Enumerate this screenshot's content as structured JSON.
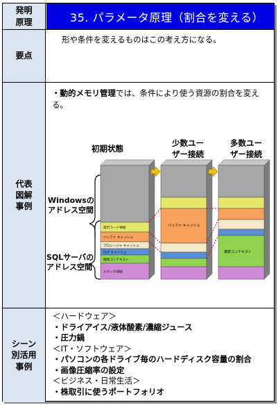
{
  "title": {
    "label": "発明\n原理",
    "text": "35. パラメータ原理（割合を変える）"
  },
  "yoten": {
    "label": "要点",
    "text": "形や条件を変えるものはこの考え方になる。"
  },
  "daihyo": {
    "label": "代表\n図解\n事例",
    "lead_bold": "・動的メモリ管理",
    "lead_rest": "では、条件により使う資源の割合を変える。",
    "figure": {
      "headers": [
        "初期状態",
        "少数ユー\nザー接続",
        "多数ユー\nザー接続"
      ],
      "windows_label": "Windowsの\nアドレス空間",
      "sql_label": "SQLサーバの\nアドレス空間",
      "segments_initial": [
        "実行コード領域",
        "バッファ キャッシュ",
        "プロシージャ キャッシュ",
        "ログ キャッシュ",
        "接続コンテキスト",
        "スタック領域"
      ],
      "buffer_label": "バッファ キャッシュ",
      "context_label": "接続コンテキスト",
      "colors": {
        "gray": "#a7a7a7",
        "yellow": "#e6e66a",
        "orange": "#f7a15e",
        "cream": "#f3e8c8",
        "blue": "#5a8fd6",
        "green": "#8fd34e",
        "purple": "#d08bd6",
        "arrow": "#f2c200"
      }
    }
  },
  "scene": {
    "label": "シーン\n別活用\n事例",
    "lines": [
      {
        "kind": "cat",
        "text": "＜ハードウェア＞"
      },
      {
        "kind": "itm",
        "text": "・ドライアイス/液体酸素/濃縮ジュース"
      },
      {
        "kind": "itm",
        "text": "・圧力鍋"
      },
      {
        "kind": "cat",
        "text": "＜IT・ソフトウェア＞"
      },
      {
        "kind": "itm",
        "text": "・パソコンの各ドライブ毎のハードディスク容量の割合"
      },
      {
        "kind": "itm",
        "text": "・画像圧縮率の設定"
      },
      {
        "kind": "cat",
        "text": "＜ビジネス・日常生活＞"
      },
      {
        "kind": "itm",
        "text": "・株取引に使うポートフォリオ"
      }
    ]
  }
}
